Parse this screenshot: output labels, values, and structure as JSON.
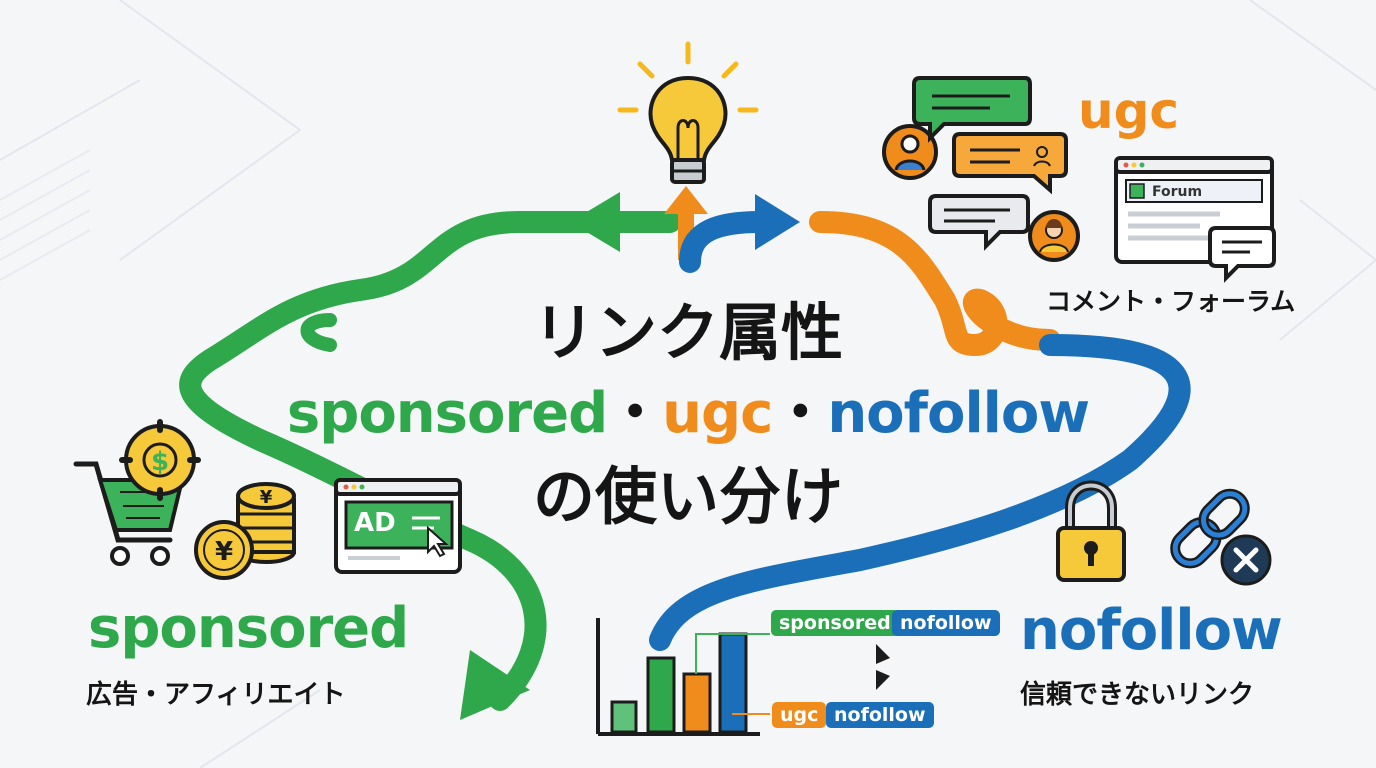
{
  "title": {
    "line1": "リンク属性",
    "line2_sponsored": "sponsored",
    "line2_sep1": "・",
    "line2_ugc": "ugc",
    "line2_sep2": "・",
    "line2_nofollow": "nofollow",
    "line3": "の使い分け"
  },
  "sponsored": {
    "label": "sponsored",
    "desc": "広告・アフィリエイト",
    "ad_text": "AD"
  },
  "ugc": {
    "label": "ugc",
    "desc": "コメント・フォーラム",
    "forum_text": "Forum"
  },
  "nofollow": {
    "label": "nofollow",
    "desc": "信頼できないリンク"
  },
  "chart_tags": {
    "top": [
      "sponsored",
      "nofollow"
    ],
    "bottom": [
      "ugc",
      "nofollow"
    ]
  },
  "colors": {
    "green": "#2ea84a",
    "orange": "#f08c1b",
    "blue": "#1a6fb8",
    "yellow": "#f6c93b"
  },
  "icons": [
    "lightbulb-icon",
    "chat-bubble-icon",
    "user-avatar-icon",
    "browser-window-icon",
    "shopping-cart-icon",
    "gear-icon",
    "yen-coin-icon",
    "cursor-icon",
    "padlock-icon",
    "broken-chain-icon",
    "bar-chart-icon"
  ]
}
